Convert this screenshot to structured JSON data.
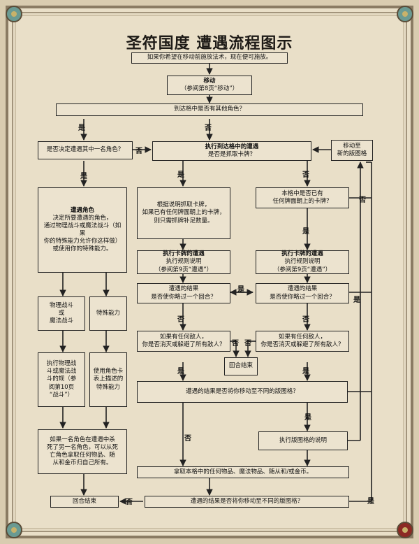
{
  "title": "圣符国度 遭遇流程图示",
  "colors": {
    "paper": "#e7dcc4",
    "box_fill": "#ece3cf",
    "line": "#222222",
    "frame": "#8a7b63",
    "gem": "#6a9a92",
    "red_gem": "#8c2a24"
  },
  "boxes": {
    "cast": "如果你希望在移动前施放法术，现在便可施放。",
    "move_title": "移动",
    "move_ref": "（参阅第8页“移动”）",
    "arrive": "到达格中是否有其他角色？",
    "decide": "是否决定遭遇其中一名角色？",
    "exec_title": "执行到达格中的遭遇",
    "exec_q": "是否是抓取卡牌？",
    "move_new": [
      "移动至",
      "新的版图格"
    ],
    "encounter_char_title": "遭遇角色",
    "encounter_char_lines": [
      "决定所要遭遇的角色，",
      "通过物理战斗或魔法战斗（如果",
      "你的特殊能力允许你这样做）",
      "或使用你的特殊能力。"
    ],
    "draw_lines": [
      "根据说明抓取卡牌，",
      "如果已有任何牌面朝上的卡牌，",
      "则只需抓牌补足数量。"
    ],
    "card_faceup": [
      "本格中是否已有",
      "任何牌面朝上的卡牌？"
    ],
    "card_enc_left_title": "执行卡牌的遭遇",
    "card_enc_left": [
      "执行规则说明",
      "（参阅第9页“遭遇”）"
    ],
    "card_enc_right_title": "执行卡牌的遭遇",
    "card_enc_right": [
      "执行规则说明",
      "（参阅第9页“遭遇”）"
    ],
    "miss_left": [
      "遭遇的结果",
      "是否使你略过一个回合？"
    ],
    "miss_right": [
      "遭遇的结果",
      "是否使你略过一个回合？"
    ],
    "phys_magic": [
      "物理战斗",
      "或",
      "魔法战斗"
    ],
    "special": "特殊能力",
    "enemy_left": [
      "如果有任何敌人，",
      "你是否消灭或躲避了所有敌人？"
    ],
    "enemy_right": [
      "如果有任何敌人，",
      "你是否消灭或躲避了所有敌人？"
    ],
    "turn_end_mid": "回合结束",
    "do_fight": [
      "执行物理战",
      "斗或魔法战",
      "斗的规（参",
      "阅第10页",
      "“战斗”）"
    ],
    "use_special": [
      "使用角色卡",
      "表上描述的",
      "特殊能力"
    ],
    "move_result": "遭遇的结果是否将你移动至不同的版图格？",
    "kill_lines": [
      "如果一名角色在遭遇中杀",
      "死了另一名角色，可以从死",
      "亡角色拿取任何物品、随",
      "从和金币归自己所有。"
    ],
    "exec_tile": "执行版图格的说明",
    "take_items": "拿取本格中的任何物品、魔法物品、随从和/或金币。",
    "turn_end": "回合结束",
    "final_q": "遭遇的结果是否将你移动至不同的版图格？"
  },
  "labels": {
    "yes": "是",
    "no": "否"
  }
}
